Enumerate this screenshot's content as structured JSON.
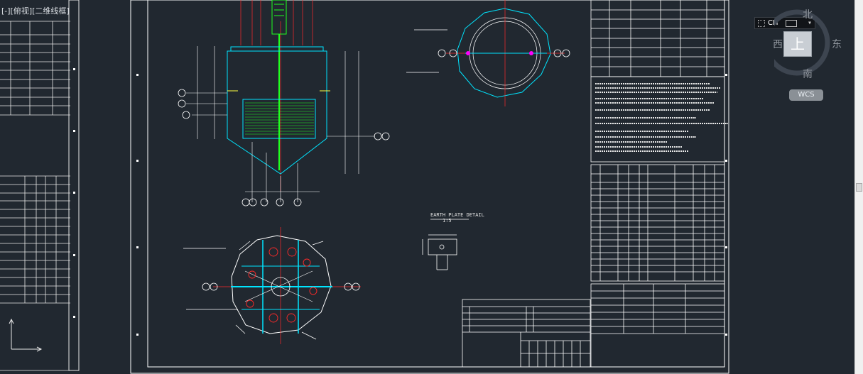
{
  "viewport": {
    "label": "[-][俯视][二维线框]"
  },
  "viewcube": {
    "top": "上",
    "north": "北",
    "south": "南",
    "east": "东",
    "west": "西"
  },
  "ime": {
    "label": "CH"
  },
  "wcs": {
    "label": "WCS"
  },
  "drawing": {
    "earth_plate_title": "EARTH PLATE DETAIL",
    "earth_plate_scale": "1:5"
  },
  "colors": {
    "background": "#212830",
    "lines": "#ffffff",
    "cyan": "#00e5ff",
    "red": "#ff2a2a",
    "green": "#20ff20",
    "yellow": "#ffff40",
    "magenta": "#ff00ff"
  }
}
